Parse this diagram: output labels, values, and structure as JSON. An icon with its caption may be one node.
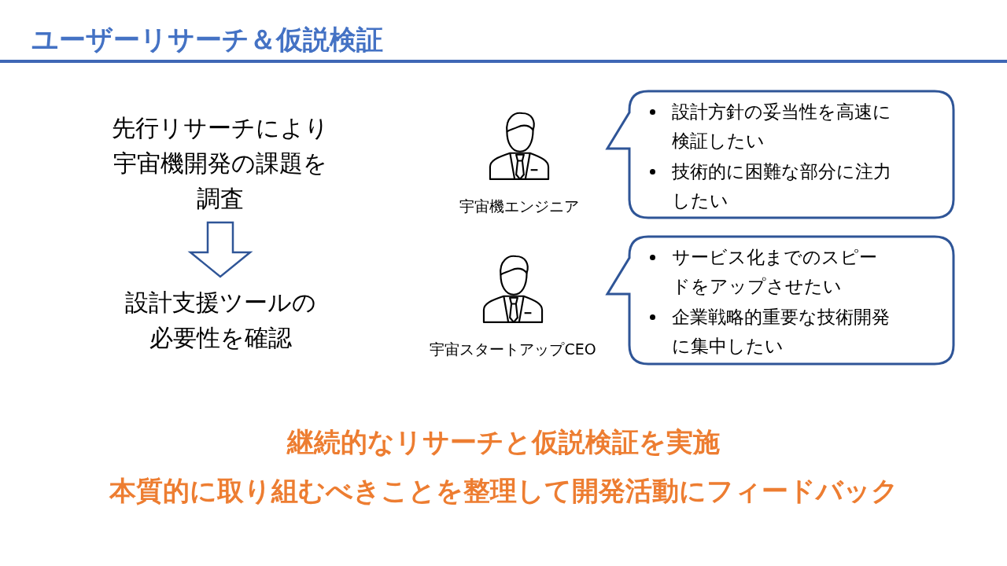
{
  "diagram": {
    "title": "ユーザーリサーチ＆仮説検証",
    "nodes": [
      {
        "text": [
          "先行リサーチにより宇宙機開発の課題を調査"
        ]
      },
      {
        "text": [
          "設計支援ツールの必要性を確認"
        ]
      },
      {
        "text": [
          "宇宙機エンジニア"
        ]
      },
      {
        "text": [
          "設計方針の妥当性を高速に検証したい",
          "技術的に困難な部分に注力したい"
        ]
      },
      {
        "text": [
          "宇宙スタートアップCEO"
        ]
      },
      {
        "text": [
          "サービス化までのスピードをアップさせたい",
          "企業戦略的重要な技術開発に集中したい"
        ]
      }
    ],
    "edges": [
      {
        "from": 0,
        "to": 1,
        "arrow": "to"
      }
    ],
    "labels": [
      "継続的なリサーチと仮説検証を実施",
      "本質的に取り組むべきことを整理して開発活動にフィードバック"
    ]
  }
}
